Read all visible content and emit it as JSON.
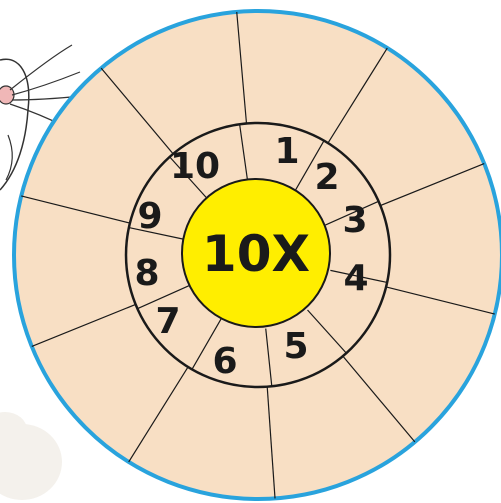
{
  "wheel": {
    "center_label": "10X",
    "numbers": [
      "1",
      "2",
      "3",
      "4",
      "5",
      "6",
      "7",
      "8",
      "9",
      "10"
    ],
    "colors": {
      "outer_ring_fill": "#f8dfc4",
      "outer_border": "#29a3dd",
      "center_fill": "#ffee00",
      "lines": "#1a1a1a"
    }
  },
  "decorations": [
    "cat-whiskers",
    "cloud-shape"
  ]
}
